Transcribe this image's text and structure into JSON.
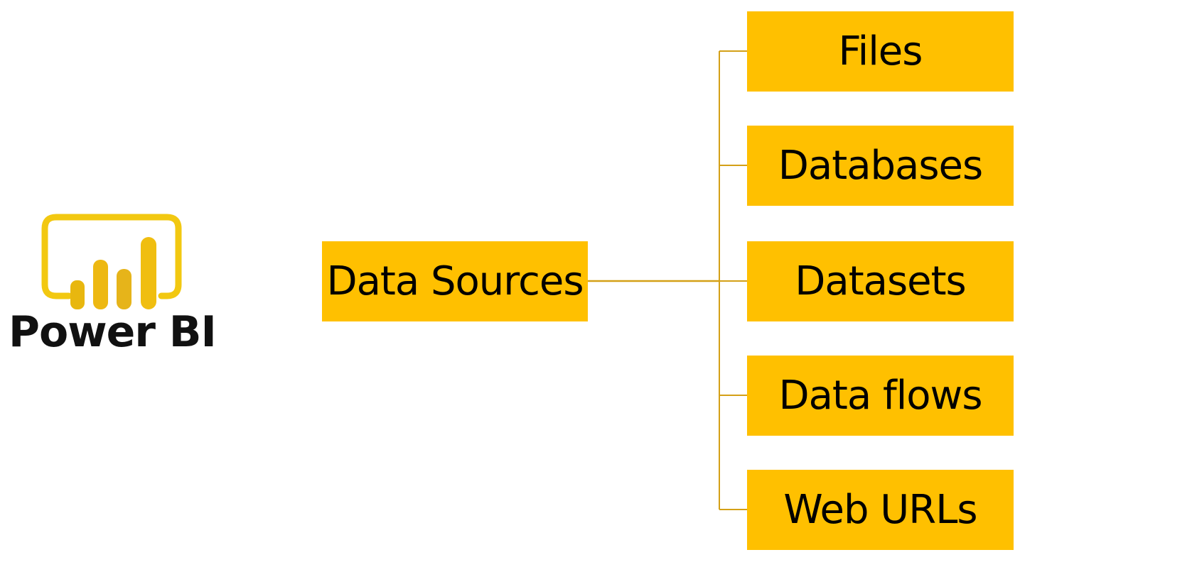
{
  "logo": {
    "text": "Power BI",
    "icon": "power-bi-logo-icon",
    "accent": "#F2C811"
  },
  "diagram": {
    "root": {
      "label": "Data Sources"
    },
    "children": [
      {
        "label": "Files"
      },
      {
        "label": "Databases"
      },
      {
        "label": "Datasets"
      },
      {
        "label": "Data flows"
      },
      {
        "label": "Web URLs"
      }
    ],
    "colors": {
      "box_fill": "#FFC000",
      "connector": "#D4A017",
      "text": "#000000"
    }
  }
}
